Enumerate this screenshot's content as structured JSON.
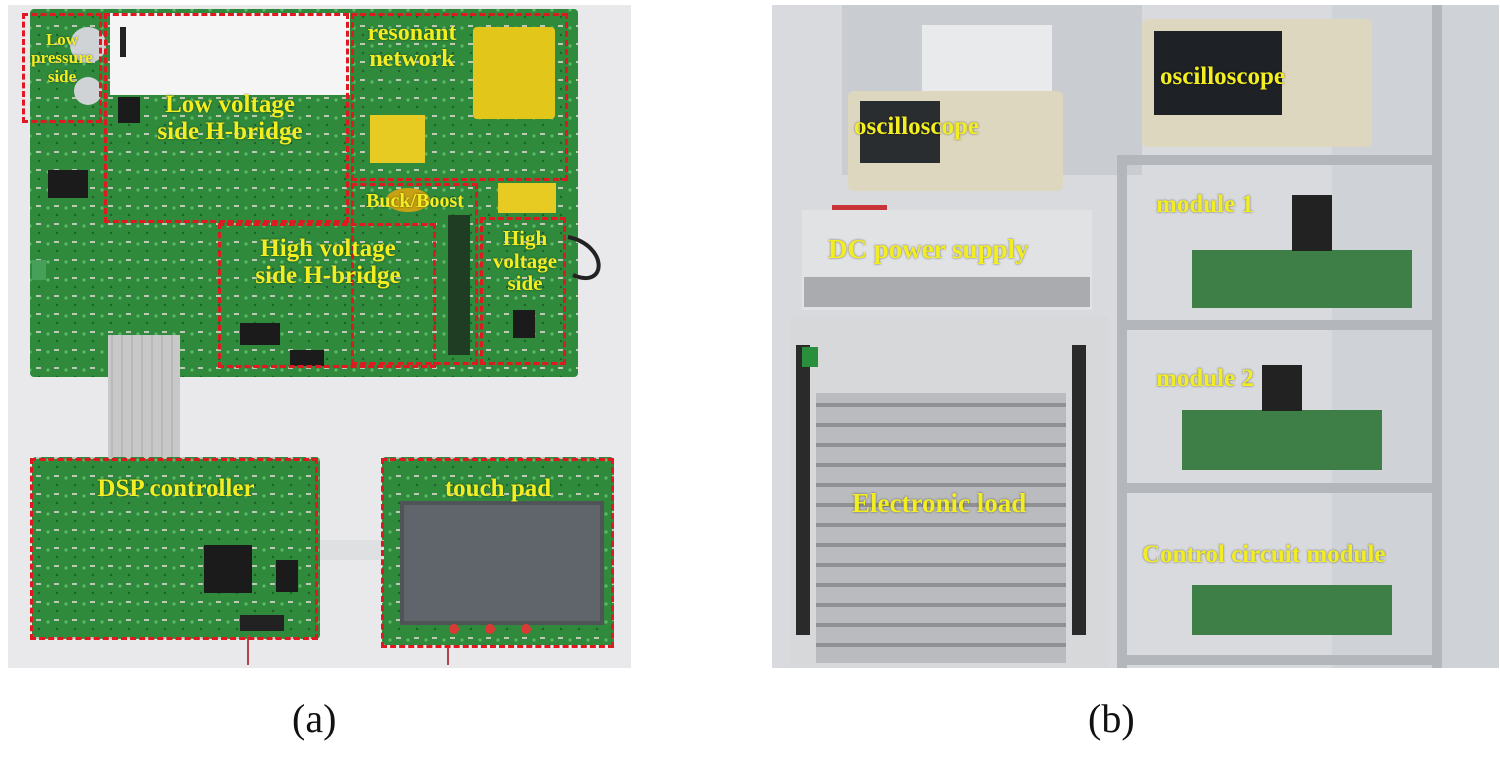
{
  "panel_a": {
    "caption": "(a)",
    "labels": {
      "low_pressure_side": "Low\npressure\nside",
      "low_voltage_h_bridge": "Low voltage\nside H-bridge",
      "resonant_network": "resonant\nnetwork",
      "buck_boost": "Buck/Boost",
      "high_voltage_h_bridge": "High voltage\nside H-bridge",
      "high_voltage_side": "High\nvoltage\nside",
      "dsp_controller": "DSP controller",
      "touch_pad": "touch pad"
    }
  },
  "panel_b": {
    "caption": "(b)",
    "labels": {
      "oscilloscope_left": "oscilloscope",
      "oscilloscope_right": "oscilloscope",
      "dc_power_supply": "DC power supply",
      "module_1": "module 1",
      "module_2": "module 2",
      "electronic_load": "Electronic load",
      "control_circuit_module": "Control circuit module"
    }
  },
  "colors": {
    "label_text": "#f3ee21",
    "annotation_box": "#e0181f",
    "pcb_green": "#2f8a3c"
  }
}
